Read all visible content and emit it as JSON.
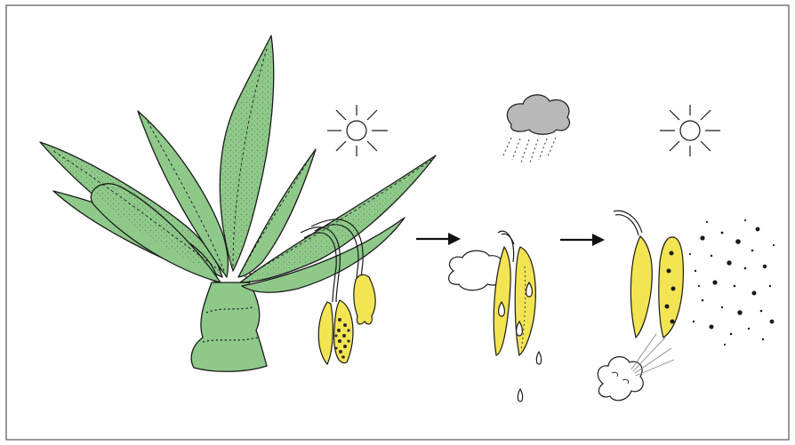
{
  "figure": {
    "type": "illustration",
    "panels": [
      {
        "name": "plant-with-sporophytes",
        "weather": "sun-icon"
      },
      {
        "name": "capsule-opening-wet",
        "weather": "rain-cloud-icon"
      },
      {
        "name": "capsule-dispersing-dry",
        "weather": "sun-icon"
      }
    ],
    "colors": {
      "leaf_green": "#8ec98a",
      "capsule_yellow": "#f2e453",
      "cloud_gray": "#b8b8b8",
      "outline": "#1a1a1a",
      "border": "#555555"
    }
  }
}
